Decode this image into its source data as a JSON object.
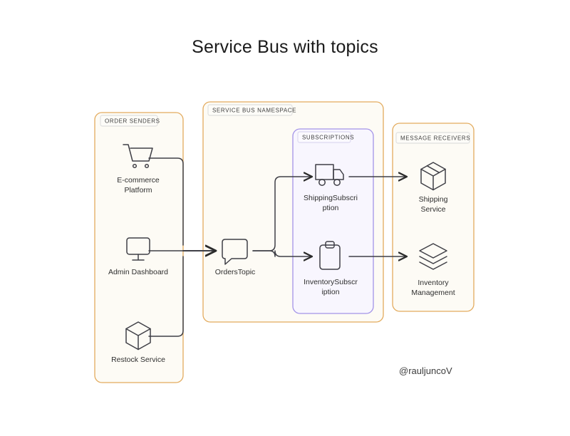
{
  "title": "Service Bus with topics",
  "watermark": "@rauljuncoV",
  "colors": {
    "orange_border": "#e3ab5e",
    "orange_fill": "#fdfbf5",
    "purple_border": "#a393e8",
    "purple_fill": "#f8f6fe",
    "label_fill": "#fdfcf8",
    "connector": "#3f3f46",
    "icon_stroke": "#3f3f46",
    "text": "#2f2f2f",
    "background": "#ffffff"
  },
  "groups": [
    {
      "id": "order-senders",
      "label": "ORDER SENDERS"
    },
    {
      "id": "service-bus-namespace",
      "label": "SERVICE BUS NAMESPACE"
    },
    {
      "id": "subscriptions",
      "label": "SUBSCRIPTIONS"
    },
    {
      "id": "message-receivers",
      "label": "MESSAGE RECEIVERS"
    }
  ],
  "nodes": {
    "ecommerce": {
      "icon": "shopping-cart-icon",
      "line1": "E-commerce",
      "line2": "Platform"
    },
    "admin": {
      "icon": "monitor-icon",
      "line1": "Admin Dashboard",
      "line2": ""
    },
    "restock": {
      "icon": "cube-icon",
      "line1": "Restock Service",
      "line2": ""
    },
    "topic": {
      "icon": "message-bubble-icon",
      "line1": "OrdersTopic",
      "line2": ""
    },
    "shipsub": {
      "icon": "truck-icon",
      "line1": "ShippingSubscri",
      "line2": "ption"
    },
    "invsub": {
      "icon": "clipboard-icon",
      "line1": "InventorySubscr",
      "line2": "iption"
    },
    "shipsvc": {
      "icon": "package-box-icon",
      "line1": "Shipping",
      "line2": "Service"
    },
    "invmgmt": {
      "icon": "layers-stack-icon",
      "line1": "Inventory",
      "line2": "Management"
    }
  }
}
